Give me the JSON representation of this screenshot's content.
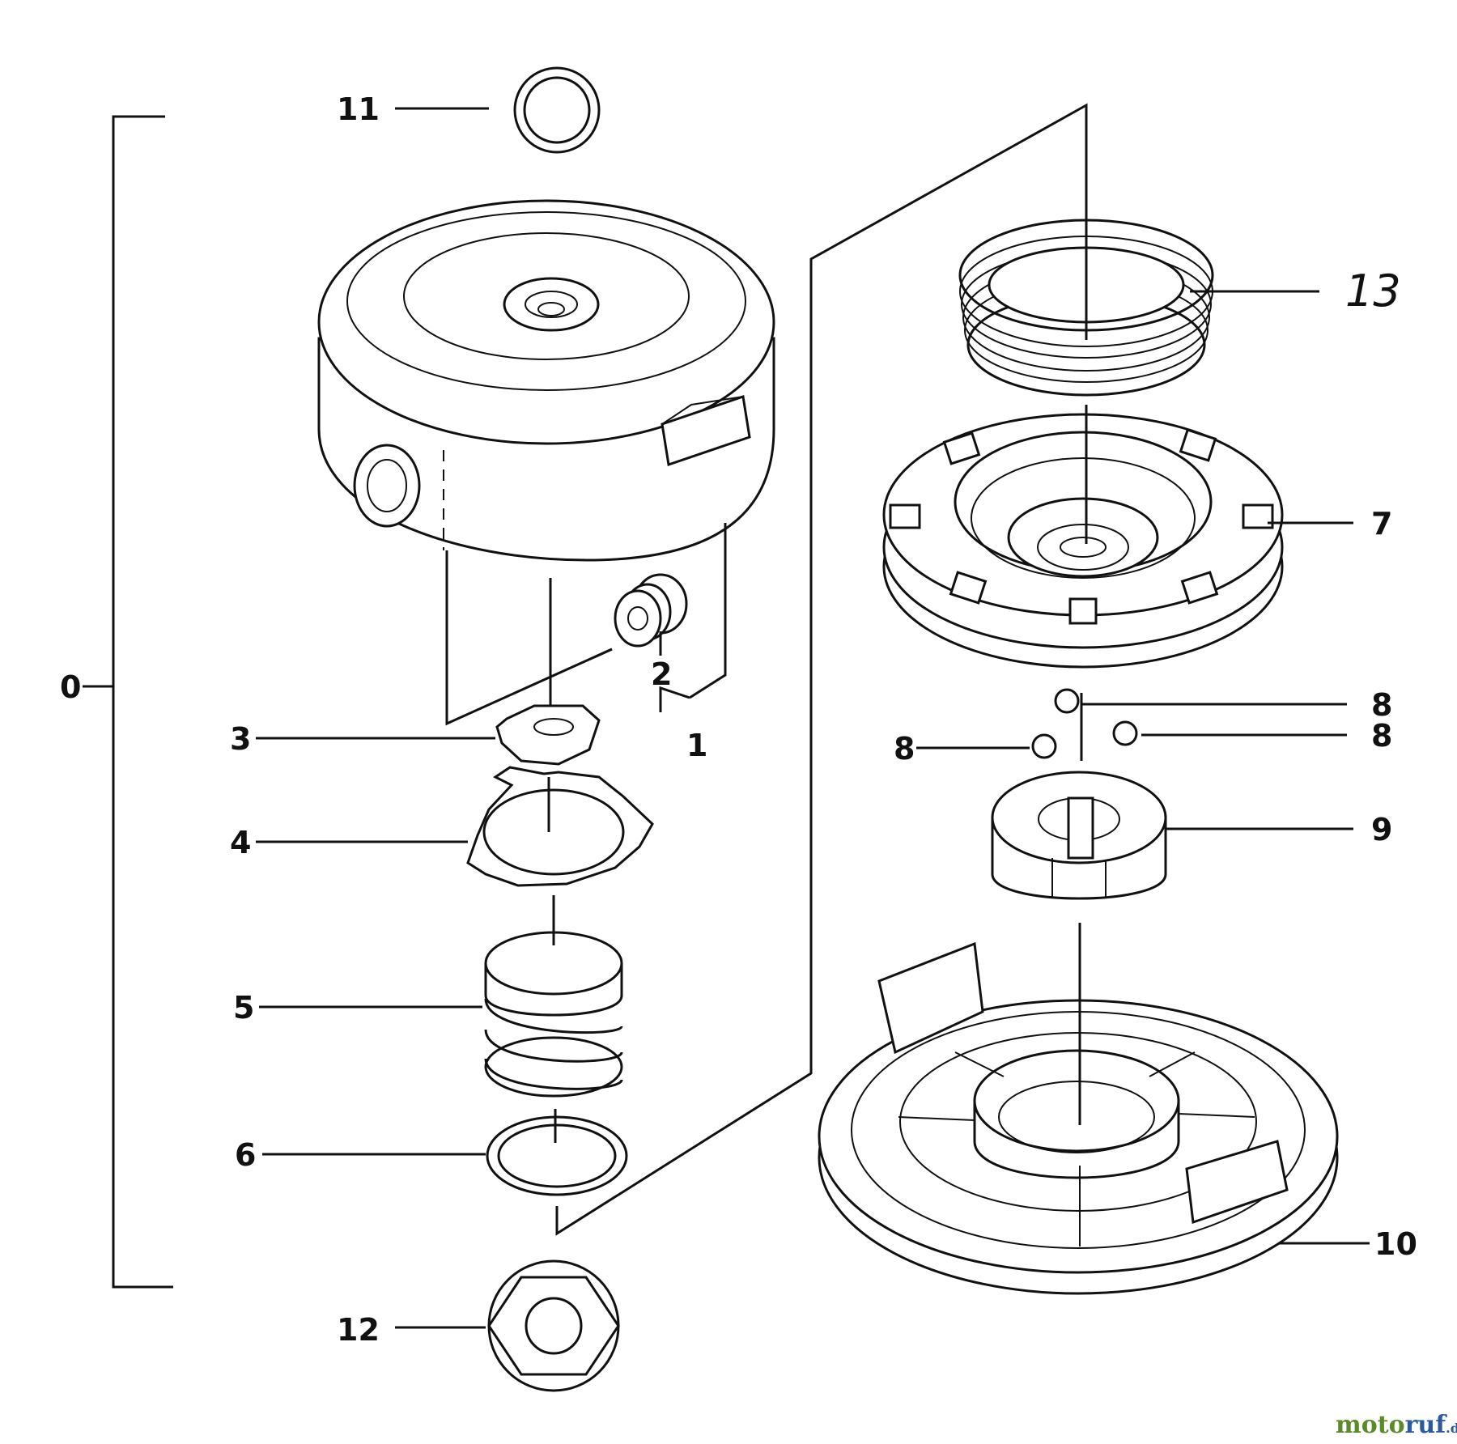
{
  "labels": {
    "p0": "0",
    "p1": "1",
    "p2": "2",
    "p3": "3",
    "p4": "4",
    "p5": "5",
    "p6": "6",
    "p7": "7",
    "p8a": "8",
    "p8b": "8",
    "p8c": "8",
    "p9": "9",
    "p10": "10",
    "p11": "11",
    "p12": "12",
    "p13": "13"
  },
  "watermark": {
    "part1": "moto",
    "part2": "ruf",
    "part3": ".de",
    "color_green": "#5a8a2a",
    "color_blue": "#2a5aa0"
  }
}
